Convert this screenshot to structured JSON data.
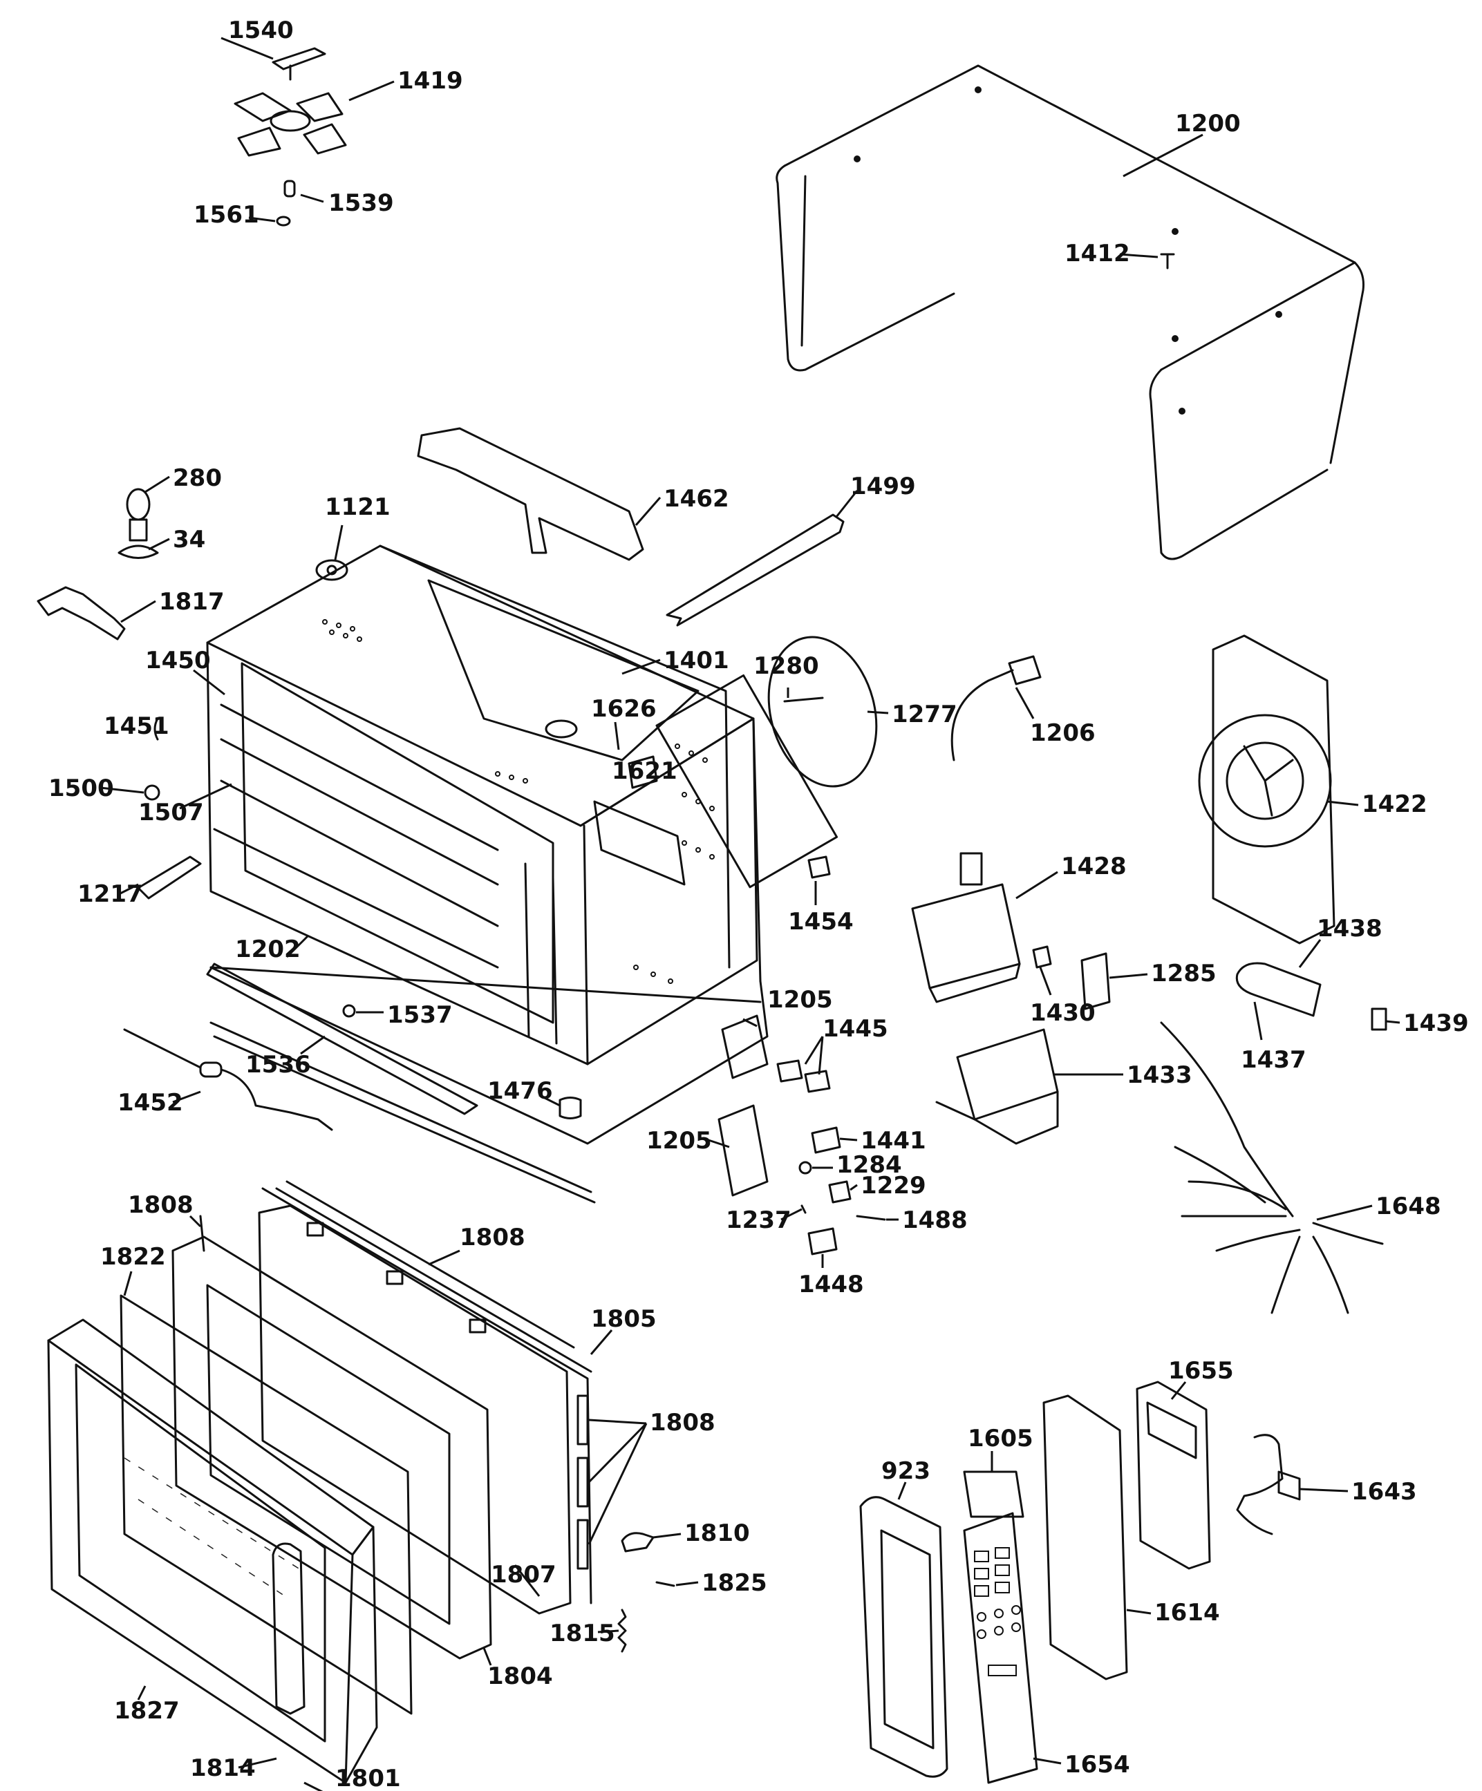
{
  "labels": {
    "l1540": "1540",
    "l1419": "1419",
    "l1539": "1539",
    "l1561": "1561",
    "l1200": "1200",
    "l1412": "1412",
    "l280": "280",
    "l34": "34",
    "l1121": "1121",
    "l1462": "1462",
    "l1499": "1499",
    "l1817": "1817",
    "l1450": "1450",
    "l1401": "1401",
    "l1451": "1451",
    "l1626": "1626",
    "l1280": "1280",
    "l1277": "1277",
    "l1206": "1206",
    "l1500": "1500",
    "l1507": "1507",
    "l1621": "1621",
    "l1422": "1422",
    "l1217": "1217",
    "l1454": "1454",
    "l1428": "1428",
    "l1202": "1202",
    "l1285": "1285",
    "l1438": "1438",
    "l1430": "1430",
    "l1205a": "1205",
    "l1537": "1537",
    "l1445": "1445",
    "l1437": "1437",
    "l1439": "1439",
    "l1536": "1536",
    "l1433": "1433",
    "l1452": "1452",
    "l1476": "1476",
    "l1205b": "1205",
    "l1441": "1441",
    "l1284": "1284",
    "l1229": "1229",
    "l1237": "1237",
    "l1488": "1488",
    "l1648": "1648",
    "l1448": "1448",
    "l1808a": "1808",
    "l1808b": "1808",
    "l1822": "1822",
    "l1805": "1805",
    "l1808c": "1808",
    "l1655": "1655",
    "l1605": "1605",
    "l923": "923",
    "l1643": "1643",
    "l1810": "1810",
    "l1807": "1807",
    "l1825": "1825",
    "l1614": "1614",
    "l1827": "1827",
    "l1804": "1804",
    "l1815": "1815",
    "l1814": "1814",
    "l1654": "1654",
    "l1801": "1801"
  }
}
